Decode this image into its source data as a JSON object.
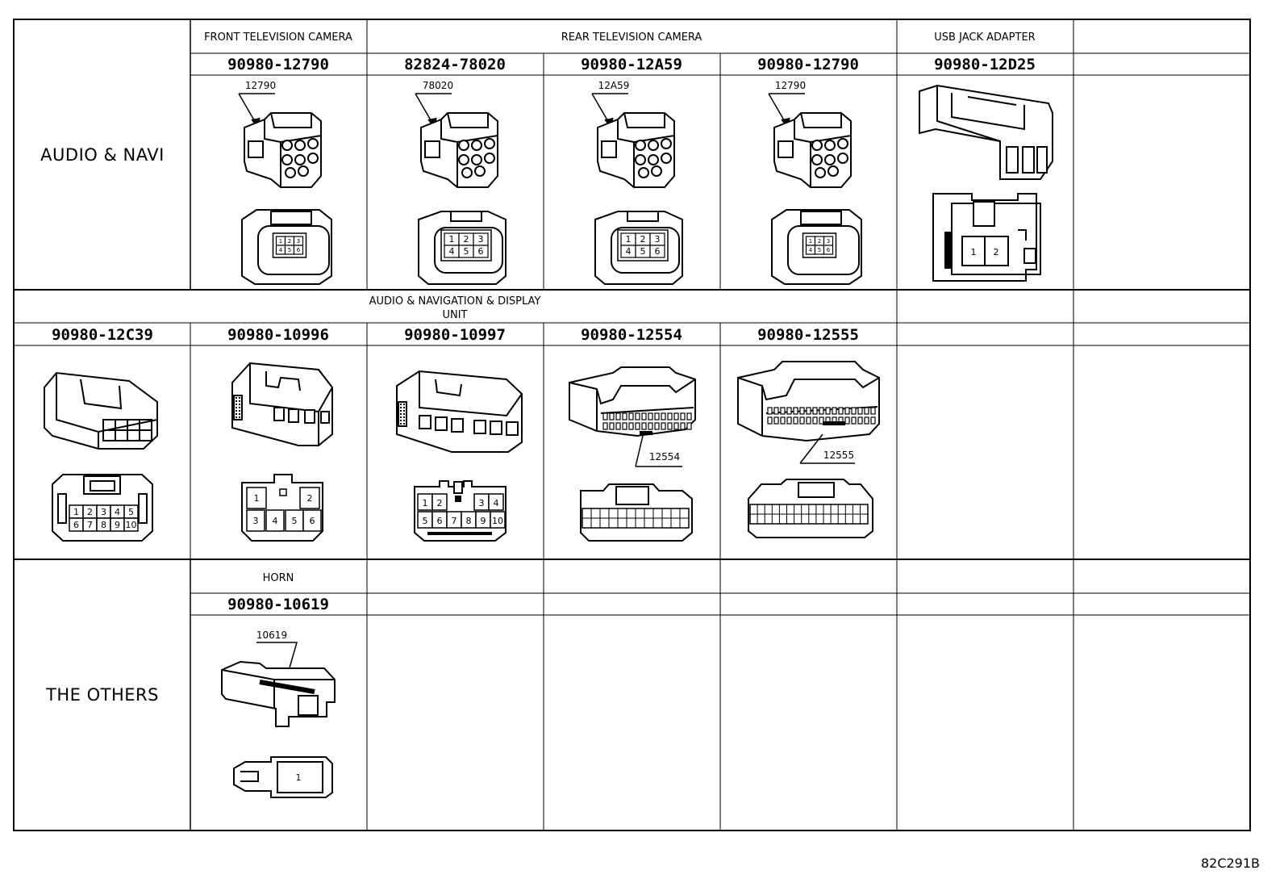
{
  "page_code": "82C291B",
  "sections": {
    "audio_navi": "AUDIO & NAVI",
    "others": "THE OTHERS"
  },
  "row1": {
    "categories": {
      "front_camera": "FRONT TELEVISION CAMERA",
      "rear_camera": "REAR TELEVISION CAMERA",
      "usb": "USB JACK ADAPTER"
    },
    "parts": [
      "90980-12790",
      "82824-78020",
      "90980-12A59",
      "90980-12790",
      "90980-12D25"
    ],
    "callouts": [
      "12790",
      "78020",
      "12A59",
      "12790"
    ],
    "pins_6": [
      "1",
      "2",
      "3",
      "4",
      "5",
      "6"
    ],
    "usb_pins": [
      "1",
      "2"
    ]
  },
  "row2": {
    "category_line1": "AUDIO & NAVIGATION & DISPLAY",
    "category_line2": "UNIT",
    "parts": [
      "90980-12C39",
      "90980-10996",
      "90980-10997",
      "90980-12554",
      "90980-12555"
    ],
    "callouts": [
      "12554",
      "12555"
    ],
    "pins_10": [
      "1",
      "2",
      "3",
      "4",
      "5",
      "6",
      "7",
      "8",
      "9",
      "10"
    ],
    "pins_6": [
      "1",
      "2",
      "3",
      "4",
      "5",
      "6"
    ]
  },
  "row3": {
    "category": "HORN",
    "part": "90980-10619",
    "callout": "10619",
    "pin": "1"
  }
}
